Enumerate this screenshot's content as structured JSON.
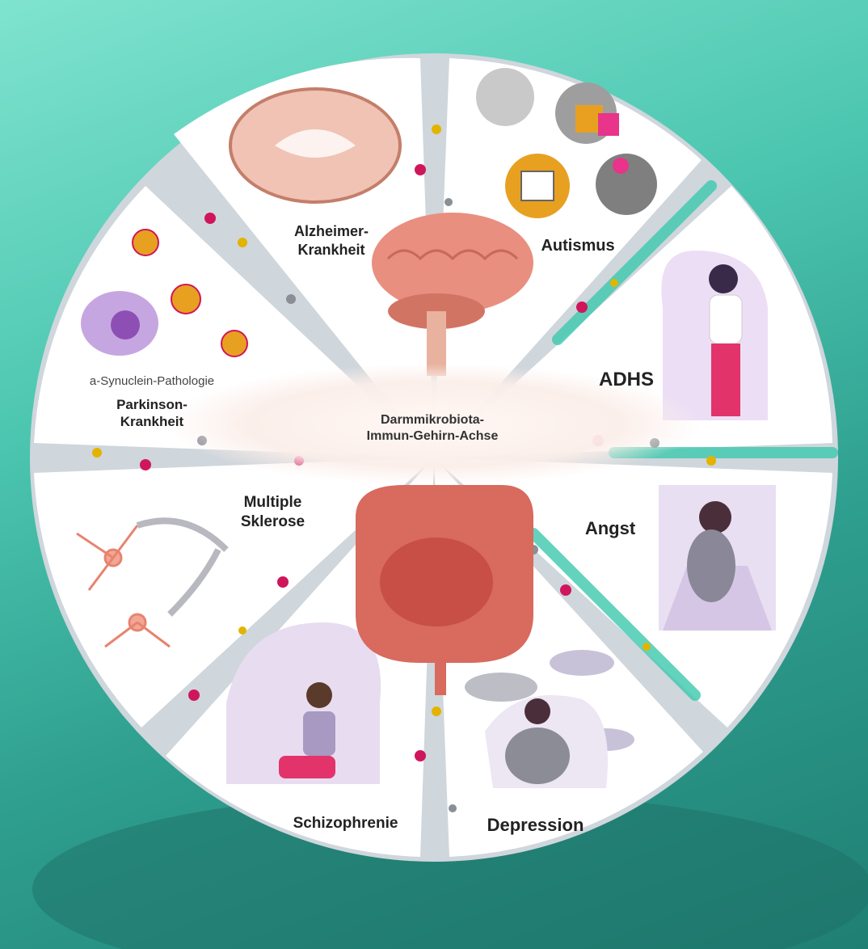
{
  "center": {
    "line1": "Darmmikrobiota-",
    "line2": "Immun-Gehirn-Achse"
  },
  "segments": {
    "alzheimer": {
      "line1": "Alzheimer-",
      "line2": "Krankheit"
    },
    "autism": {
      "label": "Autismus"
    },
    "adhd": {
      "label": "ADHS"
    },
    "anxiety": {
      "label": "Angst"
    },
    "depression": {
      "label": "Depression"
    },
    "schizophrenia": {
      "label": "Schizophrenie"
    },
    "ms": {
      "line1": "Multiple",
      "line2": "Sklerose"
    },
    "parkinson": {
      "sublabel": "a-Synuclein-Pathologie",
      "line1": "Parkinson-",
      "line2": "Krankheit"
    }
  },
  "colors": {
    "background": "#3fb8a4",
    "segment": "#ffffff",
    "channel": "#d9dde3",
    "brain": "#e88f7f",
    "gut": "#c9544a",
    "pathology": "#8e4fb5"
  },
  "icons": [
    "brain-icon",
    "gut-icon",
    "puzzle-head-icon",
    "neuron-icon",
    "person-icon",
    "cloud-icon",
    "bacteria-icon"
  ]
}
